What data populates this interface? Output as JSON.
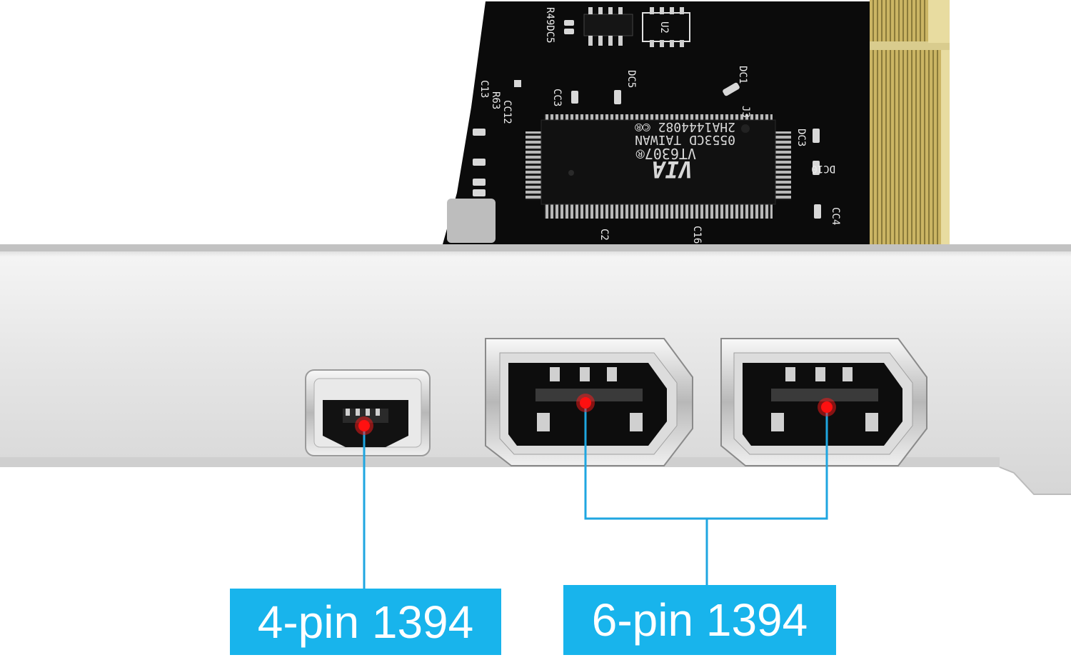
{
  "callouts": {
    "four_pin": "4-pin 1394",
    "six_pin": "6-pin 1394"
  },
  "chip": {
    "line1": "VT6307®",
    "line2": "0553CD TAIWAN",
    "line3": "2HA1444082 ©®",
    "brand": "VIA"
  },
  "silkscreen": [
    "R49DC5",
    "U2",
    "DC5",
    "DC1",
    "CC3",
    "J3",
    "DC3",
    "DC10",
    "CC4",
    "C2",
    "C16",
    "C13",
    "R63",
    "CC12"
  ],
  "colors": {
    "callout": "#18b4ec",
    "leader": "#1fa6e0",
    "pcb": "#0a0a0a",
    "bracket": "#e3e3e3",
    "gold_fingers": "#d2bd6a",
    "port_marker": "#ff1010"
  }
}
